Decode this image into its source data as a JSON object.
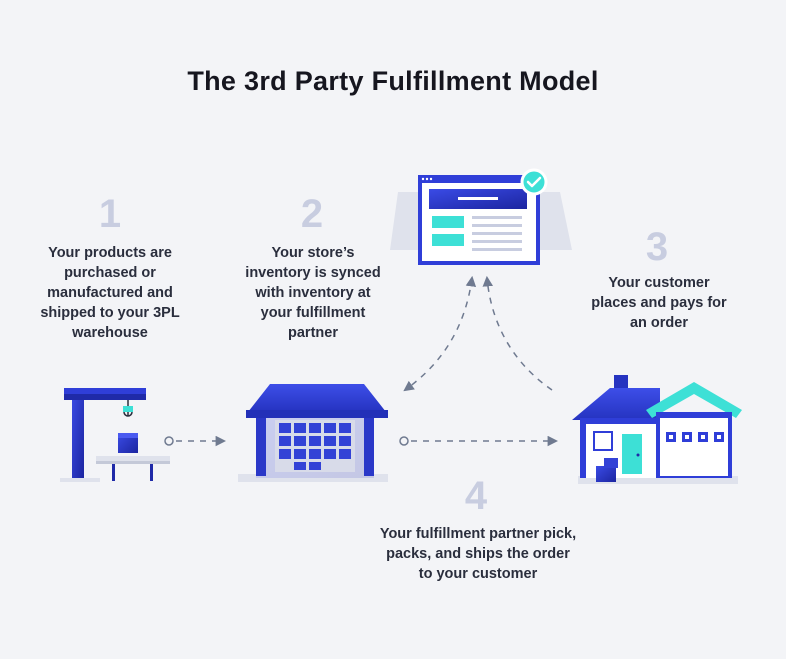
{
  "title": "The 3rd Party Fulfillment Model",
  "steps": [
    {
      "number": "1",
      "text": "Your products are purchased or manufactured and shipped to your 3PL warehouse"
    },
    {
      "number": "2",
      "text": "Your store’s inventory is synced with inventory at your fulfillment partner"
    },
    {
      "number": "3",
      "text": "Your customer places and pays for an order"
    },
    {
      "number": "4",
      "text": "Your fulfillment partner pick, packs, and ships the order to your customer"
    }
  ],
  "icons": {
    "factory": "crane-factory-icon",
    "warehouse": "warehouse-icon",
    "store": "online-store-window-icon",
    "check": "checkmark-badge-icon",
    "house": "customer-house-icon"
  },
  "colors": {
    "primary_blue": "#2f3ed8",
    "dark_blue": "#1f2aa8",
    "teal": "#3de0d6",
    "number_gray": "#c8cde0",
    "arrow": "#6f7a90",
    "background": "#f3f4f7"
  }
}
